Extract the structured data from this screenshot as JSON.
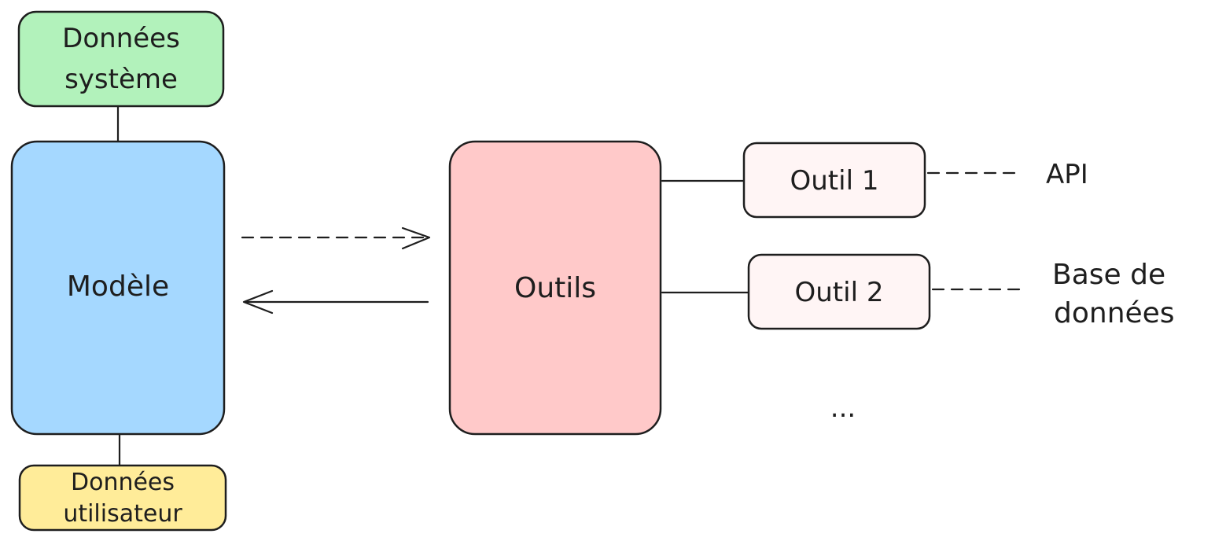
{
  "nodes": {
    "system_data": {
      "line1": "Données",
      "line2": "système"
    },
    "model": {
      "label": "Modèle"
    },
    "user_data": {
      "line1": "Données",
      "line2": "utilisateur"
    },
    "tools": {
      "label": "Outils"
    },
    "tool1": {
      "label": "Outil 1"
    },
    "tool2": {
      "label": "Outil 2"
    },
    "ellipsis": {
      "label": "..."
    }
  },
  "targets": {
    "api": {
      "label": "API"
    },
    "database": {
      "line1": "Base de",
      "line2": "données"
    }
  },
  "colors": {
    "system_data_fill": "#b2f2bb",
    "model_fill": "#a5d8ff",
    "user_data_fill": "#ffec99",
    "tools_fill": "#ffc9c9",
    "tool_fill": "#fff5f5",
    "stroke": "#1e1e1e"
  }
}
